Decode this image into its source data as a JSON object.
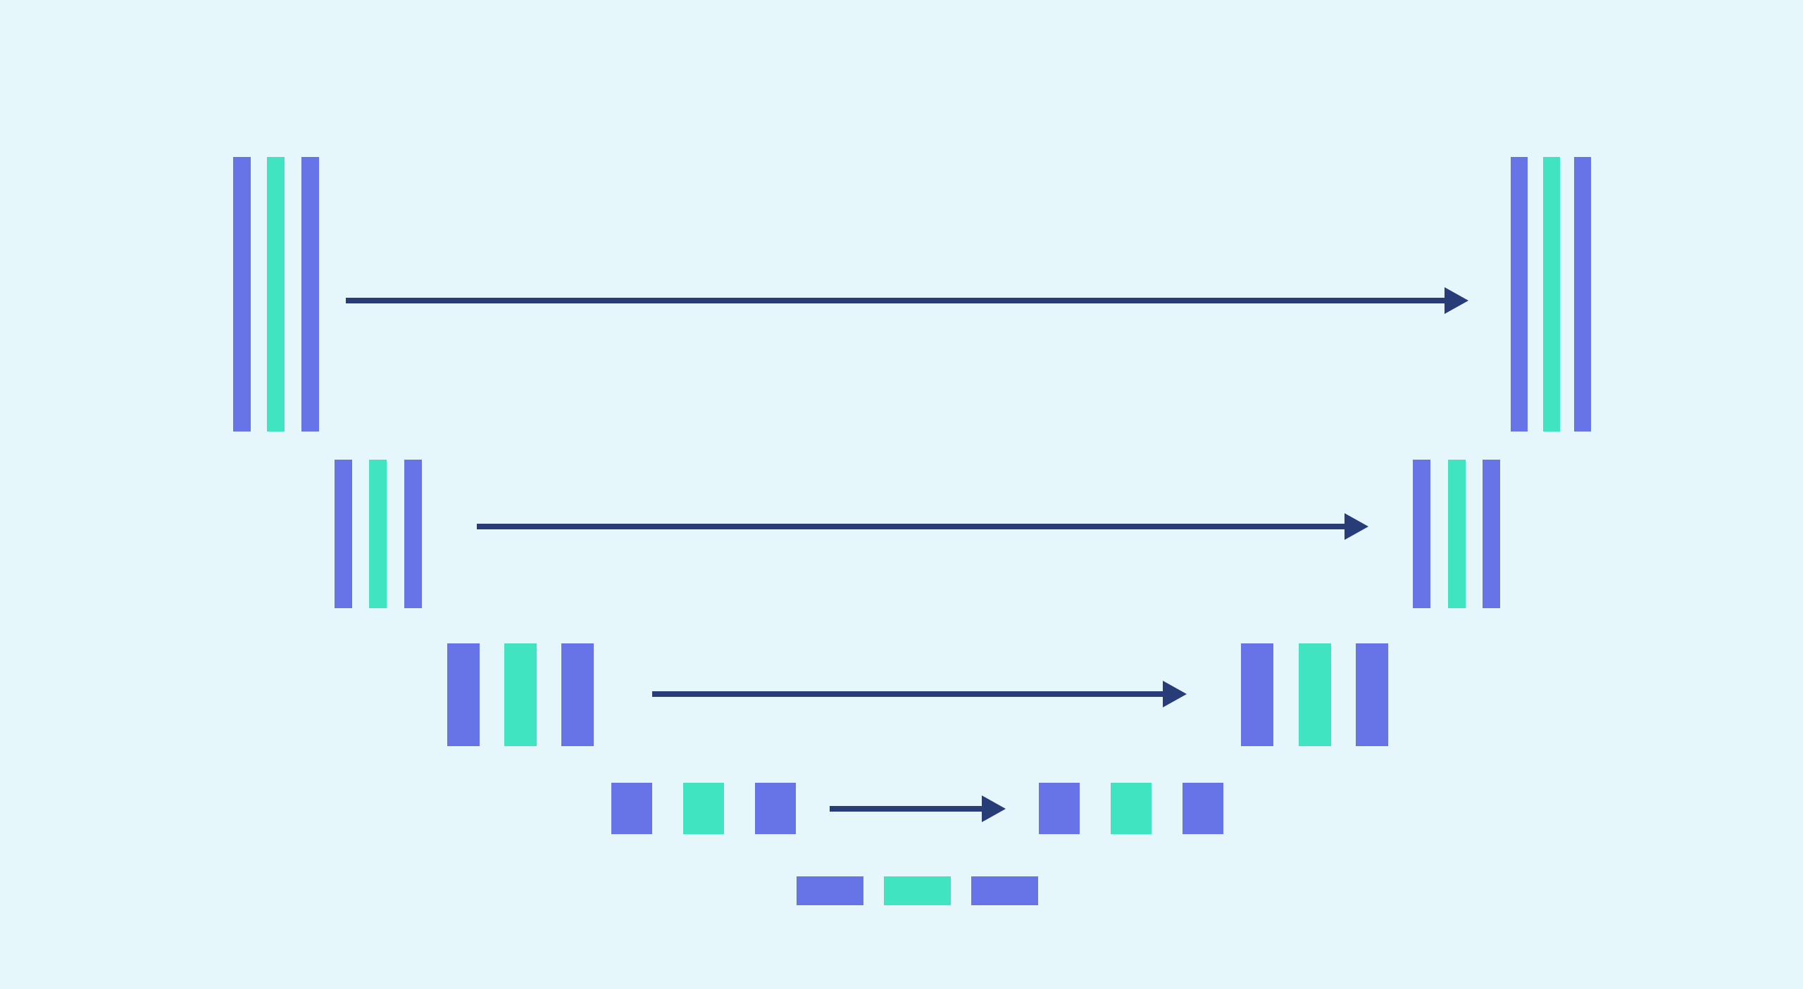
{
  "colors": {
    "background": "#e6f7fc",
    "block_blue": "#6674e8",
    "block_teal": "#40e4c0",
    "arrow": "#283c78"
  },
  "diagram": {
    "type": "u-net-architecture",
    "encoder_levels": [
      {
        "level": 1,
        "blocks": [
          "blue",
          "teal",
          "blue"
        ]
      },
      {
        "level": 2,
        "blocks": [
          "blue",
          "teal",
          "blue"
        ]
      },
      {
        "level": 3,
        "blocks": [
          "blue",
          "teal",
          "blue"
        ]
      },
      {
        "level": 4,
        "blocks": [
          "blue",
          "teal",
          "blue"
        ]
      }
    ],
    "bottleneck": {
      "blocks": [
        "blue",
        "teal",
        "blue"
      ]
    },
    "decoder_levels": [
      {
        "level": 4,
        "blocks": [
          "blue",
          "teal",
          "blue"
        ]
      },
      {
        "level": 3,
        "blocks": [
          "blue",
          "teal",
          "blue"
        ]
      },
      {
        "level": 2,
        "blocks": [
          "blue",
          "teal",
          "blue"
        ]
      },
      {
        "level": 1,
        "blocks": [
          "blue",
          "teal",
          "blue"
        ]
      }
    ],
    "skip_connections": [
      {
        "from": "encoder-1",
        "to": "decoder-1"
      },
      {
        "from": "encoder-2",
        "to": "decoder-2"
      },
      {
        "from": "encoder-3",
        "to": "decoder-3"
      },
      {
        "from": "encoder-4",
        "to": "decoder-4"
      }
    ]
  }
}
